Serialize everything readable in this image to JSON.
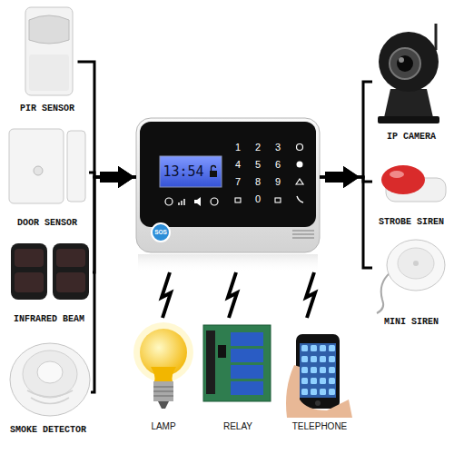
{
  "diagram": {
    "nodes": [
      {
        "text": [
          "PIR SENSOR"
        ]
      },
      {
        "text": [
          "DOOR SENSOR"
        ]
      },
      {
        "text": [
          "INFRARED BEAM"
        ]
      },
      {
        "text": [
          "SMOKE DETECTOR"
        ]
      },
      {
        "text": [
          "13:54"
        ]
      },
      {
        "text": [
          "IP CAMERA"
        ]
      },
      {
        "text": [
          "STROBE SIREN"
        ]
      },
      {
        "text": [
          "MINI SIREN"
        ]
      },
      {
        "text": [
          "LAMP"
        ]
      },
      {
        "text": [
          "RELAY"
        ]
      },
      {
        "text": [
          "TELEPHONE"
        ]
      }
    ],
    "edges": [
      {
        "from": 0,
        "to": 4,
        "arrow": "to"
      },
      {
        "from": 1,
        "to": 4,
        "arrow": "to"
      },
      {
        "from": 2,
        "to": 4,
        "arrow": "to"
      },
      {
        "from": 3,
        "to": 4,
        "arrow": "to"
      },
      {
        "from": 4,
        "to": 5,
        "arrow": "to"
      },
      {
        "from": 4,
        "to": 6,
        "arrow": "to"
      },
      {
        "from": 4,
        "to": 7,
        "arrow": "to"
      },
      {
        "from": 4,
        "to": 8,
        "arrow": "none"
      },
      {
        "from": 4,
        "to": 9,
        "arrow": "none"
      },
      {
        "from": 4,
        "to": 10,
        "arrow": "none"
      }
    ],
    "labels": [
      "1",
      "2",
      "3",
      "4",
      "5",
      "6",
      "7",
      "8",
      "9",
      "0",
      "SOS"
    ]
  }
}
